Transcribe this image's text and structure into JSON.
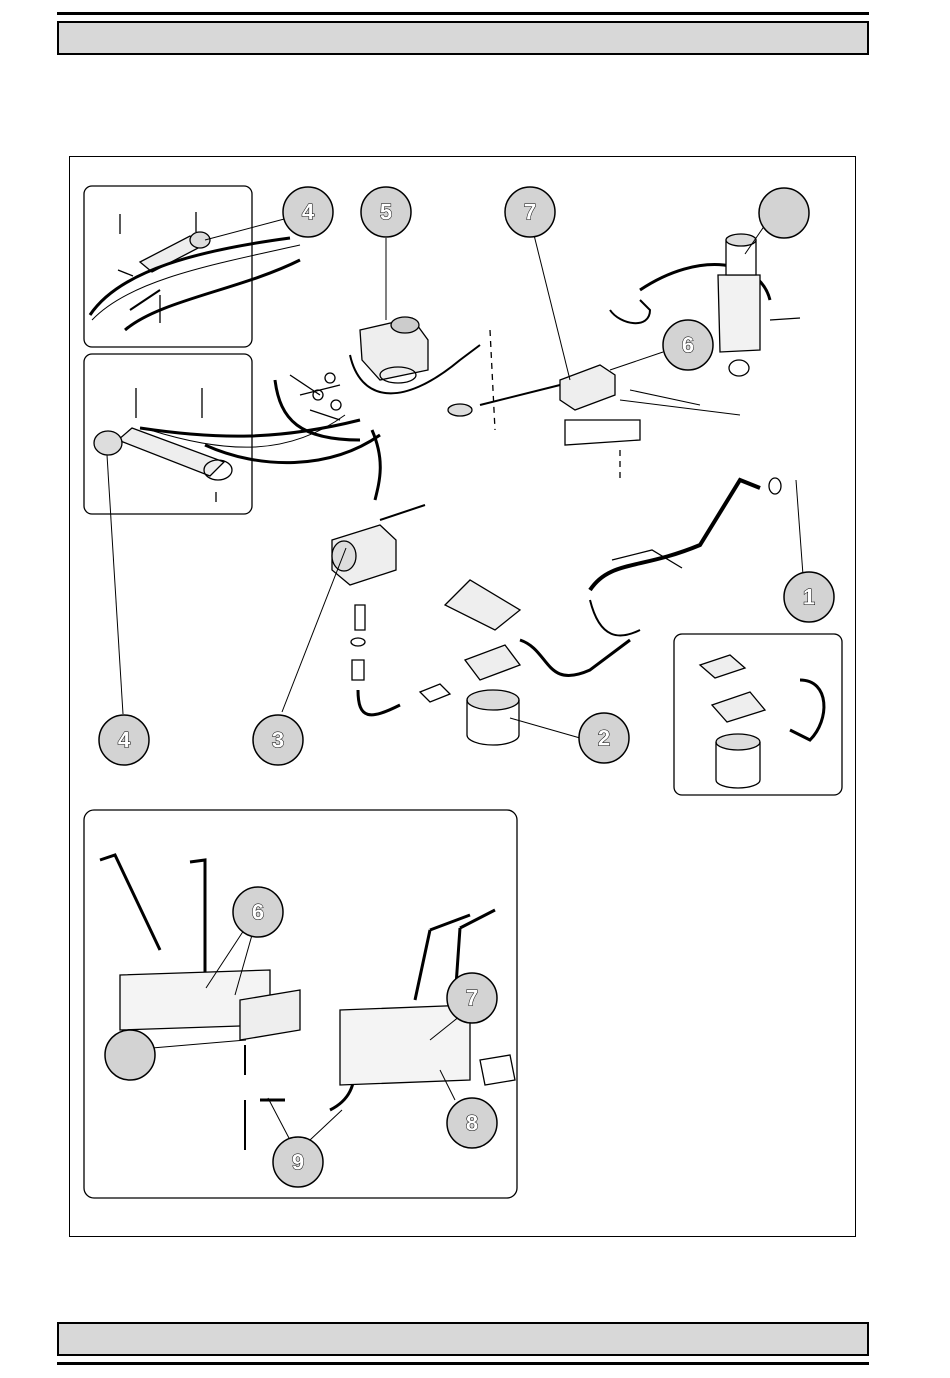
{
  "header": {
    "title": ""
  },
  "footer": {
    "title": ""
  },
  "callouts": [
    {
      "id": "c4-top",
      "label": "4"
    },
    {
      "id": "c5",
      "label": "5"
    },
    {
      "id": "c7-top",
      "label": "7"
    },
    {
      "id": "c-blank-top",
      "label": ""
    },
    {
      "id": "c6-top",
      "label": "6"
    },
    {
      "id": "c1",
      "label": "1"
    },
    {
      "id": "c2",
      "label": "2"
    },
    {
      "id": "c3",
      "label": "3"
    },
    {
      "id": "c4-bottom",
      "label": "4"
    },
    {
      "id": "c6-lower",
      "label": "6"
    },
    {
      "id": "c7-lower",
      "label": "7"
    },
    {
      "id": "c8",
      "label": "8"
    },
    {
      "id": "c9",
      "label": "9"
    },
    {
      "id": "c-blank-lower",
      "label": ""
    }
  ],
  "colors": {
    "callout_fill": "#d3d3d3",
    "header_fill": "#d8d8d8",
    "line": "#000000"
  }
}
